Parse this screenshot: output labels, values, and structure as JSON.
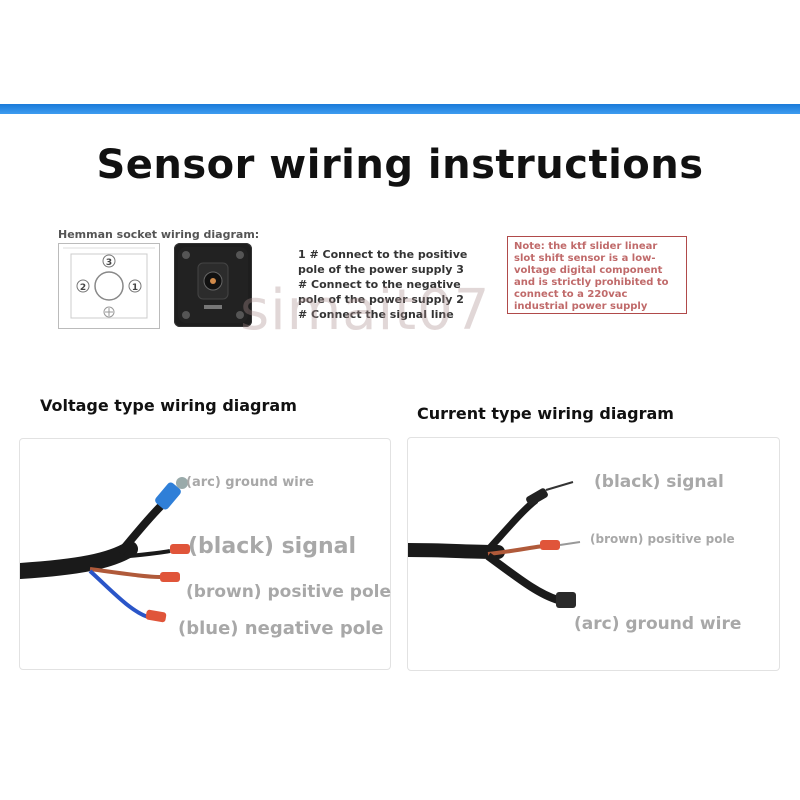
{
  "title": "Sensor wiring instructions",
  "socket": {
    "label": "Hemman socket wiring diagram:",
    "pins": [
      "3",
      "2",
      "1"
    ]
  },
  "pin_notes": [
    "1 # Connect to the positive",
    "pole of the power supply 3",
    "# Connect to the negative",
    "pole of the power supply 2",
    "# Connect the signal line"
  ],
  "warning_note": "Note: the ktf slider linear slot shift sensor is a low-voltage digital component and is strictly prohibited to connect to a 220vac industrial power supply",
  "watermark": "simait07",
  "voltage": {
    "title": "Voltage type wiring diagram",
    "labels": {
      "ground": "(arc) ground wire",
      "signal": "(black) signal",
      "positive": "(brown) positive pole",
      "negative": "(blue) negative pole"
    }
  },
  "current": {
    "title": "Current type wiring diagram",
    "labels": {
      "signal": "(black) signal",
      "positive": "(brown) positive pole",
      "ground": "(arc) ground wire"
    }
  },
  "colors": {
    "accent_bar": "#2a8be6",
    "note_border": "#b04a4a",
    "note_text": "#c06a6a",
    "label_gray": "#a8a8a8",
    "wire_blue": "#2a55c8",
    "wire_brown": "#b05a3a",
    "terminal_red": "#e0553a",
    "terminal_blue": "#2f7fd8"
  }
}
